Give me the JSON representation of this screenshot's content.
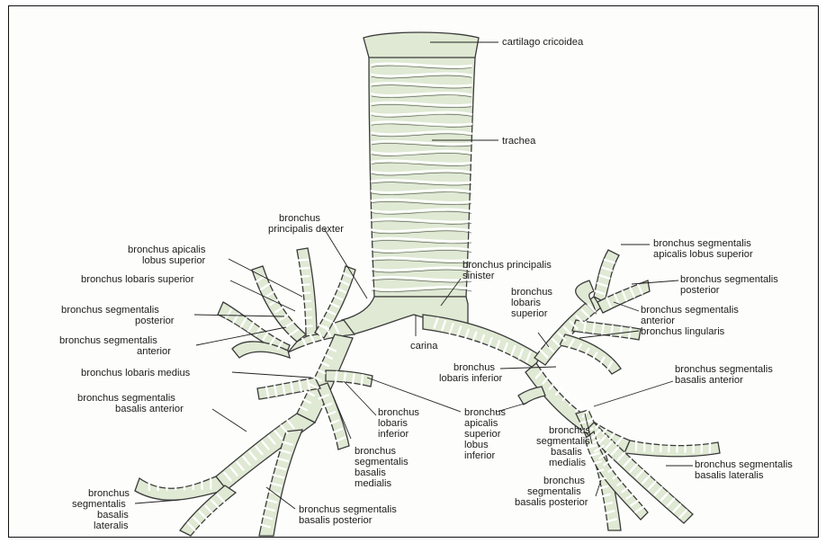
{
  "labels": {
    "cartilago_cricoidea": "cartilago cricoidea",
    "trachea": "trachea",
    "bronchus_principalis_dexter": [
      "bronchus",
      "principalis dexter"
    ],
    "bronchus_principalis_sinister": [
      "bronchus principalis",
      "sinister"
    ],
    "carina": "carina",
    "r_apicalis_lobus_superior": [
      "bronchus apicalis",
      "lobus superior"
    ],
    "r_lobaris_superior": "bronchus lobaris superior",
    "r_segmentalis_posterior": [
      "bronchus segmentalis",
      "posterior"
    ],
    "r_segmentalis_anterior": [
      "bronchus segmentalis",
      "anterior"
    ],
    "r_lobaris_medius": "bronchus lobaris medius",
    "r_segmentalis_basalis_anterior": [
      "bronchus segmentalis",
      "basalis anterior"
    ],
    "r_segmentalis_basalis_lateralis": [
      "bronchus",
      "segmentalis",
      "basalis",
      "lateralis"
    ],
    "r_lobaris_inferior": [
      "bronchus",
      "lobaris",
      "inferior"
    ],
    "r_segmentalis_basalis_medialis": [
      "bronchus",
      "segmentalis",
      "basalis",
      "medialis"
    ],
    "r_segmentalis_basalis_posterior": [
      "bronchus segmentalis",
      "basalis posterior"
    ],
    "apicalis_superior_lobus_inferior": [
      "bronchus",
      "apicalis",
      "superior",
      "lobus",
      "inferior"
    ],
    "l_segmentalis_apicalis_lobus_superior": [
      "bronchus segmentalis",
      "apicalis lobus superior"
    ],
    "l_segmentalis_posterior": [
      "bronchus segmentalis",
      "posterior"
    ],
    "l_lobaris_superior": [
      "bronchus",
      "lobaris",
      "superior"
    ],
    "l_segmentalis_anterior": [
      "bronchus segmentalis",
      "anterior"
    ],
    "l_lingularis": "bronchus lingularis",
    "l_lobaris_inferior": [
      "bronchus",
      "lobaris inferior"
    ],
    "l_segmentalis_basalis_anterior": [
      "bronchus segmentalis",
      "basalis anterior"
    ],
    "l_segmentalis_basalis_medialis": [
      "bronchus",
      "segmentalis",
      "basalis",
      "medialis"
    ],
    "l_segmentalis_basalis_lateralis": [
      "bronchus segmentalis",
      "basalis lateralis"
    ],
    "l_segmentalis_basalis_posterior": [
      "bronchus",
      "segmentalis",
      "basalis posterior"
    ]
  }
}
